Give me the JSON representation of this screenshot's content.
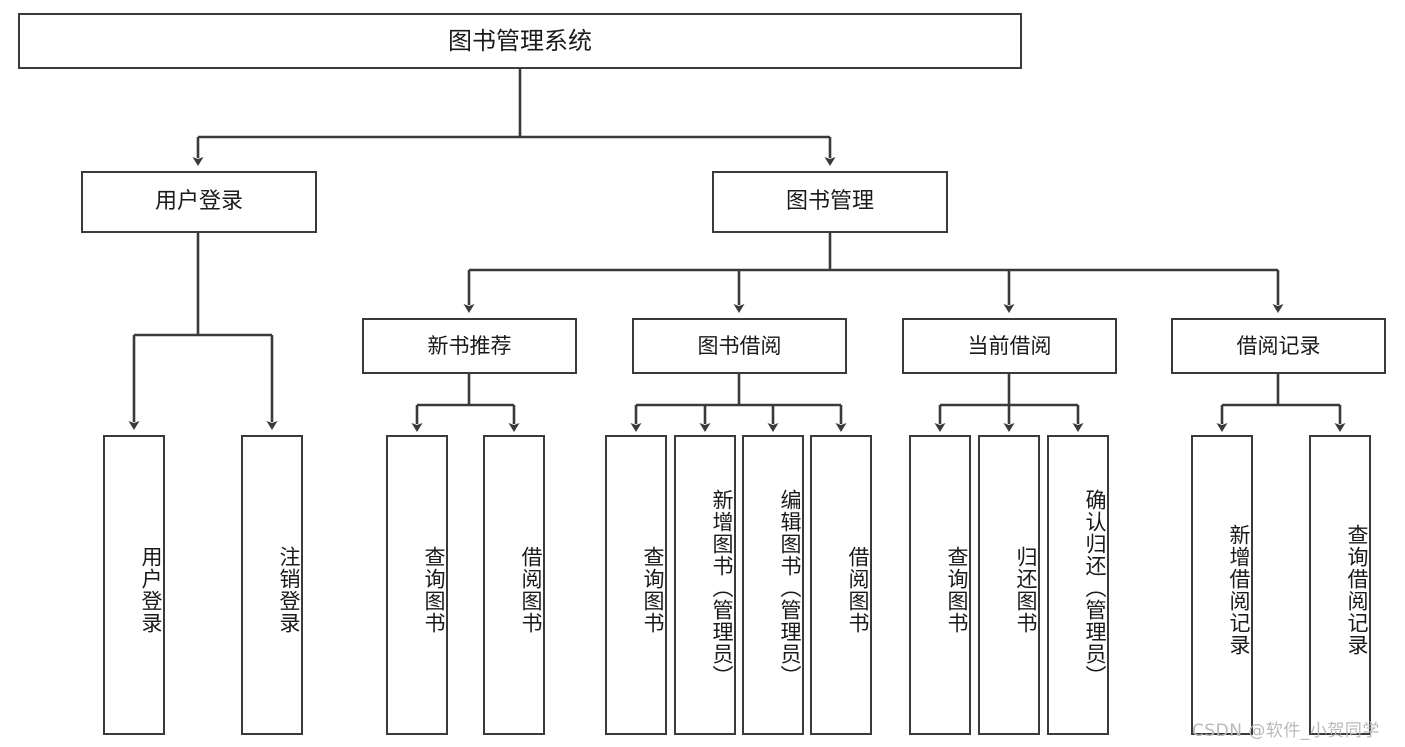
{
  "diagram": {
    "title": "图书管理系统",
    "type": "tree",
    "watermark": "CSDN @软件_小贺同学",
    "stroke_color": "#3a3a3a",
    "fill_color": "#ffffff",
    "text_color": "#1a1a1a",
    "watermark_color": "#b9b9b9"
  },
  "nodes": {
    "root": {
      "label": "图书管理系统"
    },
    "level2": [
      {
        "id": "user-login",
        "label": "用户登录"
      },
      {
        "id": "book-manage",
        "label": "图书管理"
      }
    ],
    "level3": [
      {
        "id": "new-book-recommend",
        "label": "新书推荐"
      },
      {
        "id": "book-borrow",
        "label": "图书借阅"
      },
      {
        "id": "current-borrow",
        "label": "当前借阅"
      },
      {
        "id": "borrow-record",
        "label": "借阅记录"
      }
    ],
    "leaves": {
      "user_login": [
        {
          "id": "leaf-user-login",
          "label": "用户登录"
        },
        {
          "id": "leaf-logout-login",
          "label": "注销登录"
        }
      ],
      "new_book_recommend": [
        {
          "id": "leaf-query-book-1",
          "label": "查询图书"
        },
        {
          "id": "leaf-borrow-book-1",
          "label": "借阅图书"
        }
      ],
      "book_borrow": [
        {
          "id": "leaf-query-book-2",
          "label": "查询图书"
        },
        {
          "id": "leaf-add-book",
          "label": "新增图书（管理员）"
        },
        {
          "id": "leaf-edit-book",
          "label": "编辑图书（管理员）"
        },
        {
          "id": "leaf-borrow-book-2",
          "label": "借阅图书"
        }
      ],
      "current_borrow": [
        {
          "id": "leaf-query-book-3",
          "label": "查询图书"
        },
        {
          "id": "leaf-return-book",
          "label": "归还图书"
        },
        {
          "id": "leaf-confirm-return",
          "label": "确认归还（管理员）"
        }
      ],
      "borrow_record": [
        {
          "id": "leaf-add-record",
          "label": "新增借阅记录"
        },
        {
          "id": "leaf-query-record",
          "label": "查询借阅记录"
        }
      ]
    }
  }
}
